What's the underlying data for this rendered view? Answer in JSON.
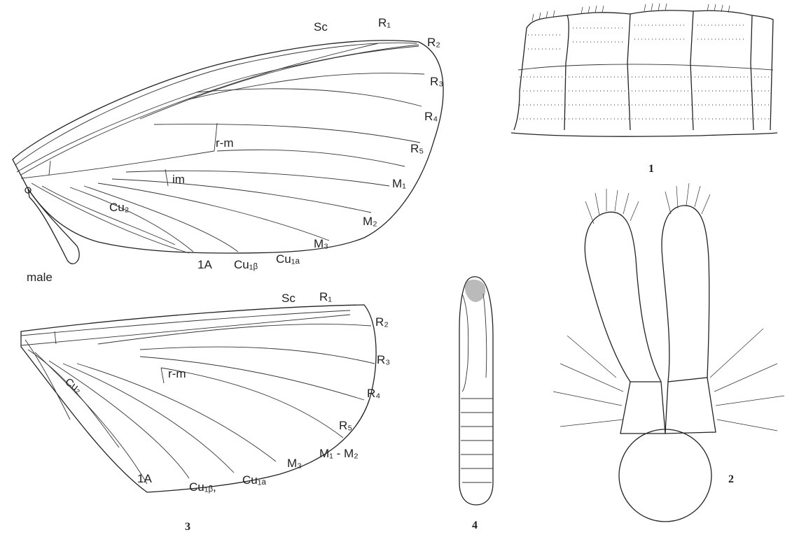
{
  "figure": {
    "male_label": "male",
    "panel_numbers": {
      "p1": "1",
      "p2": "2",
      "p3": "3",
      "p4": "4"
    },
    "upper_wing_veins": {
      "sc": "Sc",
      "r1": "R₁",
      "r2": "R₂",
      "r3": "R₃",
      "r4": "R₄",
      "r5": "R₅",
      "m1": "M₁",
      "m2": "M₂",
      "m3": "M₃",
      "cu1a": "Cu₁ₐ",
      "cu1b": "Cu₁ᵦ",
      "a1": "1A",
      "cu2": "Cu₂",
      "rm": "r-m",
      "im": "im"
    },
    "lower_wing_veins": {
      "sc": "Sc",
      "r1": "R₁",
      "r2": "R₂",
      "r3": "R₃",
      "r4": "R₄",
      "r5": "R₅",
      "m1m2": "M₁ - M₂",
      "m3": "M₃",
      "cu1a": "Cu₁ₐ",
      "cu1b": "Cu₁ᵦ,",
      "a1": "1A",
      "cu2": "Cu₂",
      "rm": "r-m"
    }
  },
  "colors": {
    "ink": "#222222",
    "stipple": "#555555",
    "background": "#ffffff"
  }
}
